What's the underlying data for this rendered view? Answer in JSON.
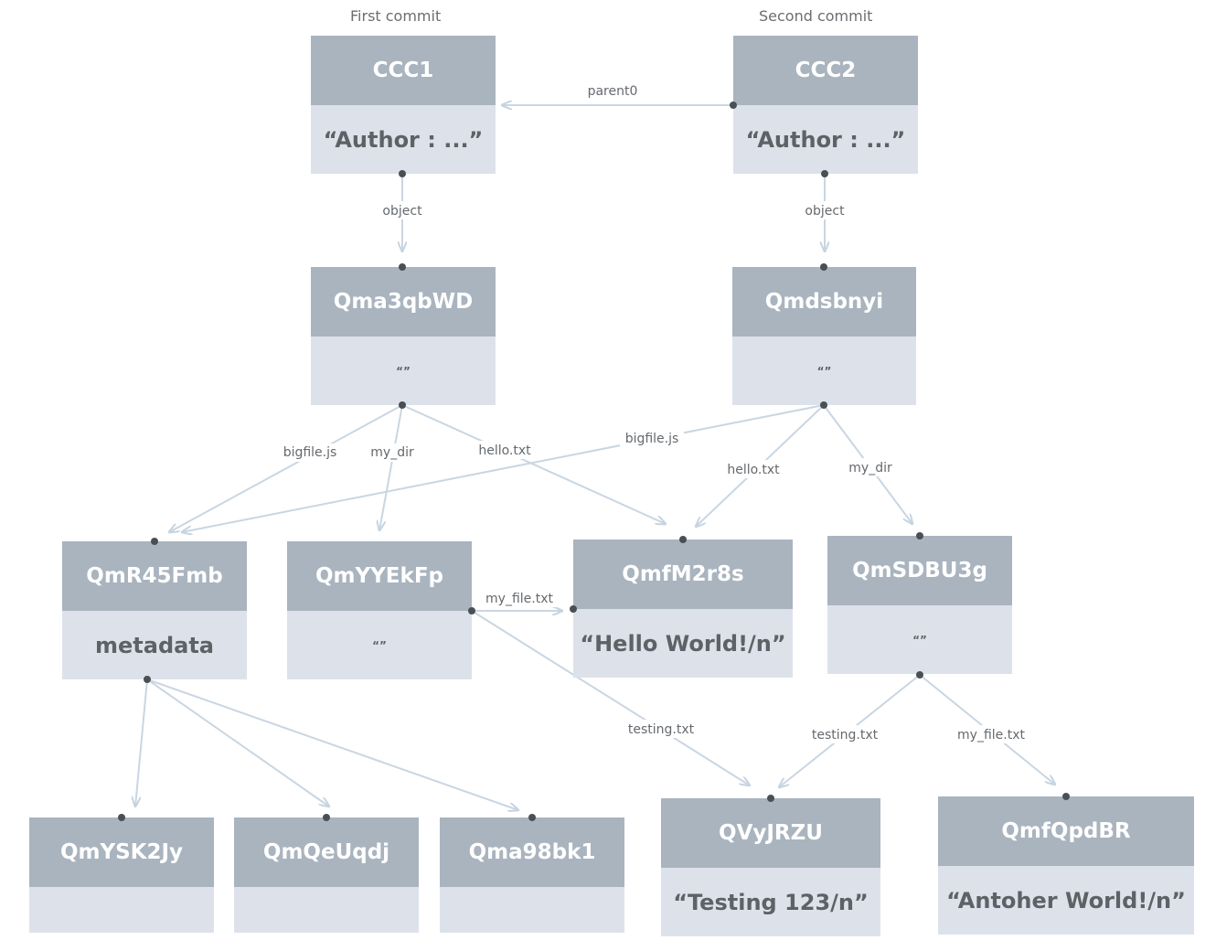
{
  "captions": {
    "first_commit": "First commit",
    "second_commit": "Second commit"
  },
  "nodes": {
    "ccc1": {
      "title": "CCC1",
      "content": "“Author : ...”"
    },
    "ccc2": {
      "title": "CCC2",
      "content": "“Author : ...”"
    },
    "qma3qbwd": {
      "title": "Qma3qbWD",
      "content": "“”"
    },
    "qmdsbnyi": {
      "title": "Qmdsbnyi",
      "content": "“”"
    },
    "qmr45fmb": {
      "title": "QmR45Fmb",
      "content": "metadata"
    },
    "qmyyekfp": {
      "title": "QmYYEkFp",
      "content": "“”"
    },
    "qmfm2r8s": {
      "title": "QmfM2r8s",
      "content": "“Hello World!/n”"
    },
    "qmsdbu3g": {
      "title": "QmSDBU3g",
      "content": "“”"
    },
    "qmysk2jy": {
      "title": "QmYSK2Jy",
      "content": ""
    },
    "qmqeuqdj": {
      "title": "QmQeUqdj",
      "content": ""
    },
    "qma98bk1": {
      "title": "Qma98bk1",
      "content": ""
    },
    "qvyjrzu": {
      "title": "QVyJRZU",
      "content": "“Testing 123/n”"
    },
    "qmfqpdbr": {
      "title": "QmfQpdBR",
      "content": "“Antoher World!/n”"
    }
  },
  "edges": {
    "parent0": "parent0",
    "object_1": "object",
    "object_2": "object",
    "bigfile_1": "bigfile.js",
    "my_dir_1": "my_dir",
    "hello_1": "hello.txt",
    "bigfile_2": "bigfile.js",
    "hello_2": "hello.txt",
    "my_dir_2": "my_dir",
    "my_file_1": "my_file.txt",
    "testing_1": "testing.txt",
    "testing_2": "testing.txt",
    "my_file_2": "my_file.txt"
  },
  "colors": {
    "header": "#a9b4bf",
    "body": "#dde2ea",
    "line": "#c5d4e0",
    "dot": "#4a4f54"
  }
}
